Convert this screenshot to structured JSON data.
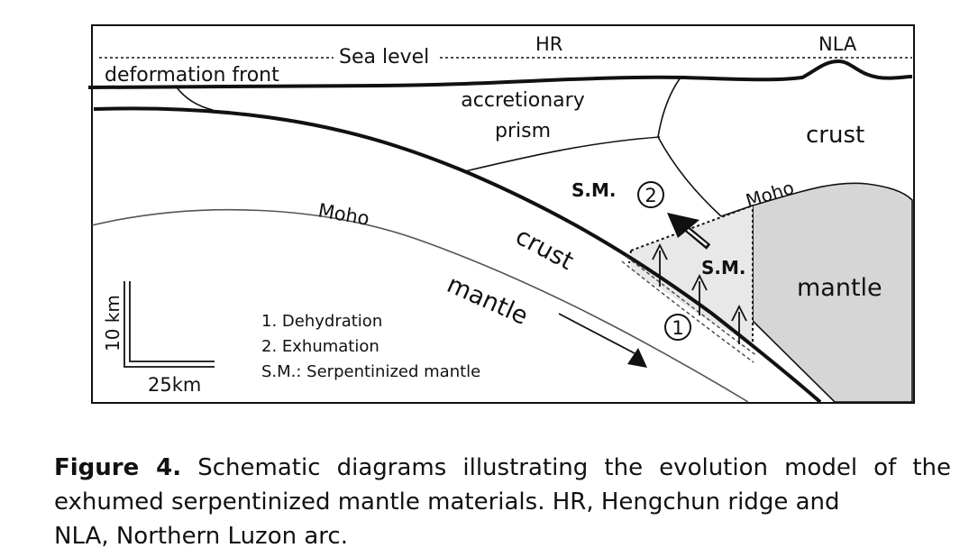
{
  "diagram": {
    "labels": {
      "sea_level": "Sea level",
      "hr": "HR",
      "nla": "NLA",
      "deformation_front": "deformation front",
      "accretionary_prism_1": "accretionary",
      "accretionary_prism_2": "prism",
      "crust_upper": "crust",
      "crust_slab": "crust",
      "mantle_slab": "mantle",
      "mantle_right": "mantle",
      "moho_left": "Moho",
      "moho_right": "Moho",
      "sm_upper": "S.M.",
      "sm_lower": "S.M.",
      "circle_1": "1",
      "circle_2": "2"
    },
    "scale_bar": {
      "vertical": "10 km",
      "horizontal": "25km"
    },
    "legend": [
      "1. Dehydration",
      "2. Exhumation",
      "S.M.: Serpentinized mantle"
    ]
  },
  "caption": {
    "label": "Figure 4.",
    "line1": "Schematic diagrams illustrating the evolution model of the",
    "line2": "exhumed serpentinized mantle materials. HR, Hengchun ridge and",
    "line3": "NLA, Northern Luzon arc."
  },
  "colors": {
    "serpentinized_fill": "#e8e8e8",
    "mantle_fill": "#d6d6d6",
    "line": "#111111"
  }
}
